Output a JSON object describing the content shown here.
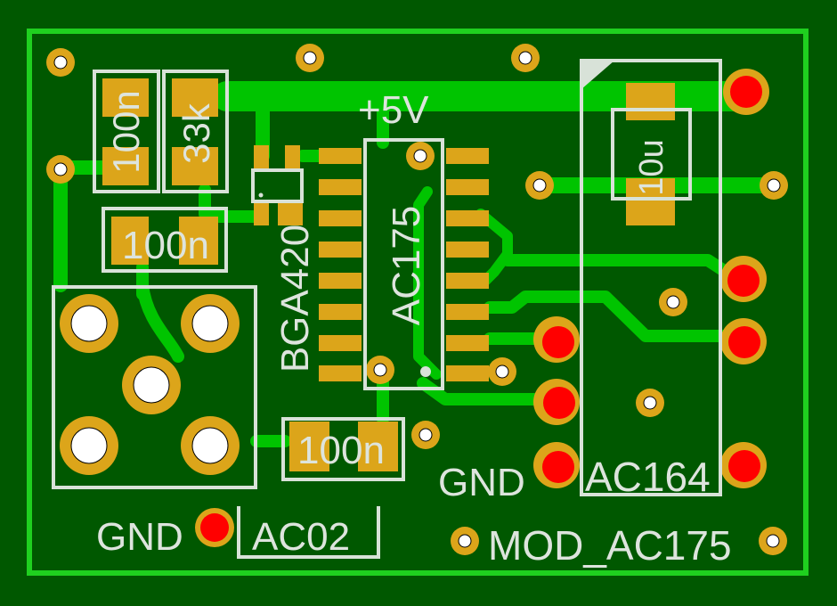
{
  "board": {
    "name": "MOD_AC175",
    "colors": {
      "substrate": "#005800",
      "copper": "#00c400",
      "outline": "#1fd01f",
      "pads": "#dca51a",
      "silkscreen": "#d8e2d8",
      "highlighted_pads": "#ff0000"
    }
  },
  "labels": {
    "c1": "100n",
    "r1": "33k",
    "c2": "100n",
    "c3": "100n",
    "c4": "10u",
    "supply": "+5V",
    "amplifier": "BGA420",
    "ic": "AC175",
    "module": "AC164",
    "gnd_left": "GND",
    "gnd_right": "GND",
    "connector": "AC02",
    "board_name": "MOD_AC175"
  }
}
